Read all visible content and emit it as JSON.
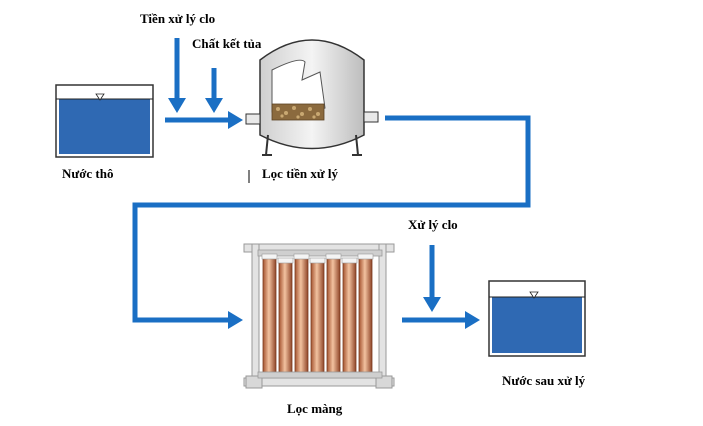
{
  "labels": {
    "pre_chlorination": "Tiền xử lý clo",
    "coagulant": "Chất kết tủa",
    "raw_water": "Nước thô",
    "pre_filter": "Lọc tiền xử lý",
    "chlorination": "Xử lý clo",
    "membrane_filter": "Lọc màng",
    "treated_water": "Nước sau xử lý"
  },
  "colors": {
    "flow_line": "#1a6fc4",
    "water": "#2f69b3",
    "tank_outline": "#333333",
    "membrane_tube": "#c87a55",
    "frame": "#d8d8d8"
  }
}
